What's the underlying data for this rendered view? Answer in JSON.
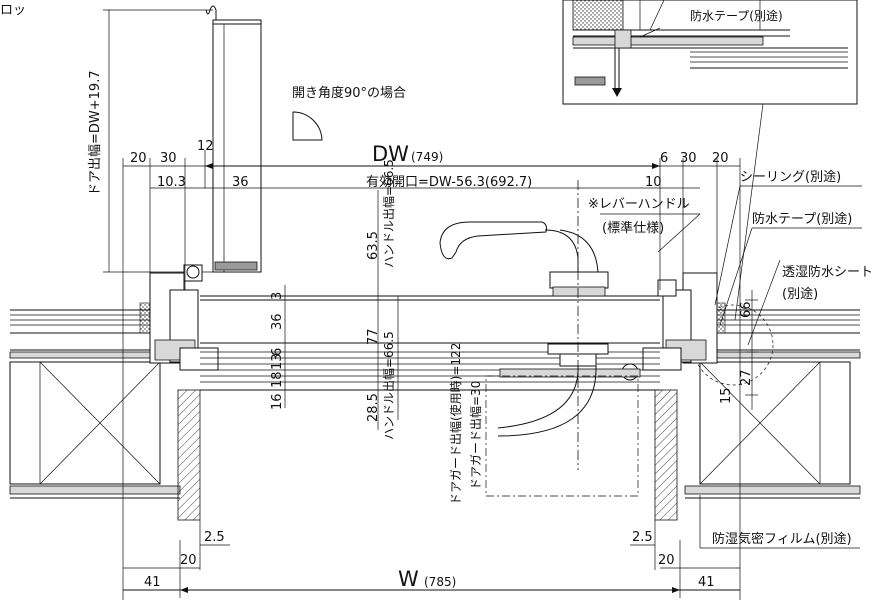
{
  "labels": {
    "corner_fragment": "ロッ",
    "door_projection": "ドア出幅=DW+19.7",
    "opening_angle": "開き角度90°の場合",
    "lever_handle_line1": "※レバーハンドル",
    "lever_handle_line2": "(標準仕様)",
    "handle_projection_upper": "ハンドル出幅=66.5",
    "handle_projection_lower": "ハンドル出幅=66.5",
    "doorguard_projection_in_use": "ドアガード出幅(使用時)=122",
    "doorguard_projection": "ドアガード出幅=30",
    "effective_opening": "有効開口=DW-56.3(692.7)",
    "sealing": "シーリング(別途)",
    "waterproof_tape_right": "防水テープ(別途)",
    "waterproof_tape_inset": "防水テープ(別途)",
    "breathable_sheet_line1": "透湿防水シート",
    "breathable_sheet_line2": "(別途)",
    "vapor_barrier": "防湿気密フィルム(別途)"
  },
  "dims": {
    "dw_main": "DW",
    "dw_value": "(749)",
    "w_main": "W",
    "w_value": "(785)",
    "top_left_20": "20",
    "top_left_30": "30",
    "top_12": "12",
    "left_10_3": "10.3",
    "left_36": "36",
    "top_right_6": "6",
    "top_right_30": "30",
    "top_right_20": "20",
    "right_10": "10",
    "v_63_5": "63.5",
    "v_3": "3",
    "v_36": "36",
    "v_77": "77",
    "v_6": "6",
    "v_13": "13",
    "v_18": "18",
    "v_16": "16",
    "v_28_5": "28.5",
    "v_66": "66",
    "v_27": "27",
    "v_15": "15",
    "bot_left_2_5": "2.5",
    "bot_left_20": "20",
    "bot_left_41": "41",
    "bot_right_2_5": "2.5",
    "bot_right_20": "20",
    "bot_right_41": "41"
  }
}
